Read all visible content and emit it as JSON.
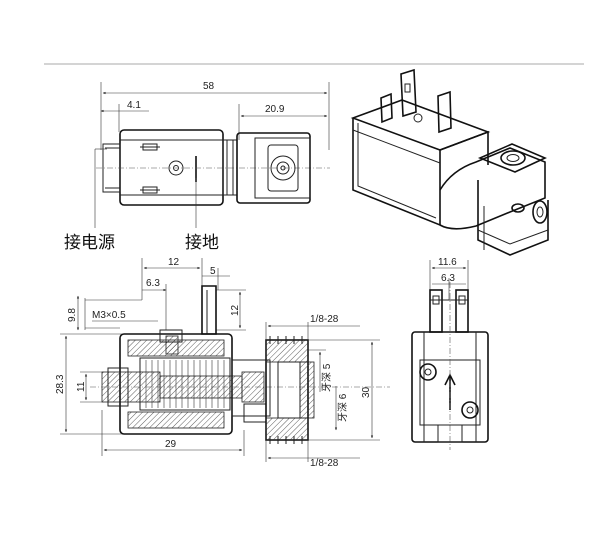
{
  "dimensions": {
    "overall_length": "58",
    "terminal_offset": "4.1",
    "body_width": "20.9",
    "section_spacing": "12",
    "terminal_width": "5",
    "terminal_pitch": "6.3",
    "thread_m3": "M3×0.5",
    "height_9_8": "9.8",
    "terminal_height": "12",
    "pipe_thread_top": "1/8-28",
    "pipe_thread_bottom": "1/8-28",
    "thread_depth_5": "牙深 5",
    "thread_depth_6": "牙深 6",
    "coil_height": "28.3",
    "core_dia": "11",
    "core_length": "29",
    "body_height": "30",
    "side_width": "11.6",
    "side_pitch": "6.3"
  },
  "labels": {
    "power_terminal": "接电源",
    "ground_terminal": "接地"
  }
}
